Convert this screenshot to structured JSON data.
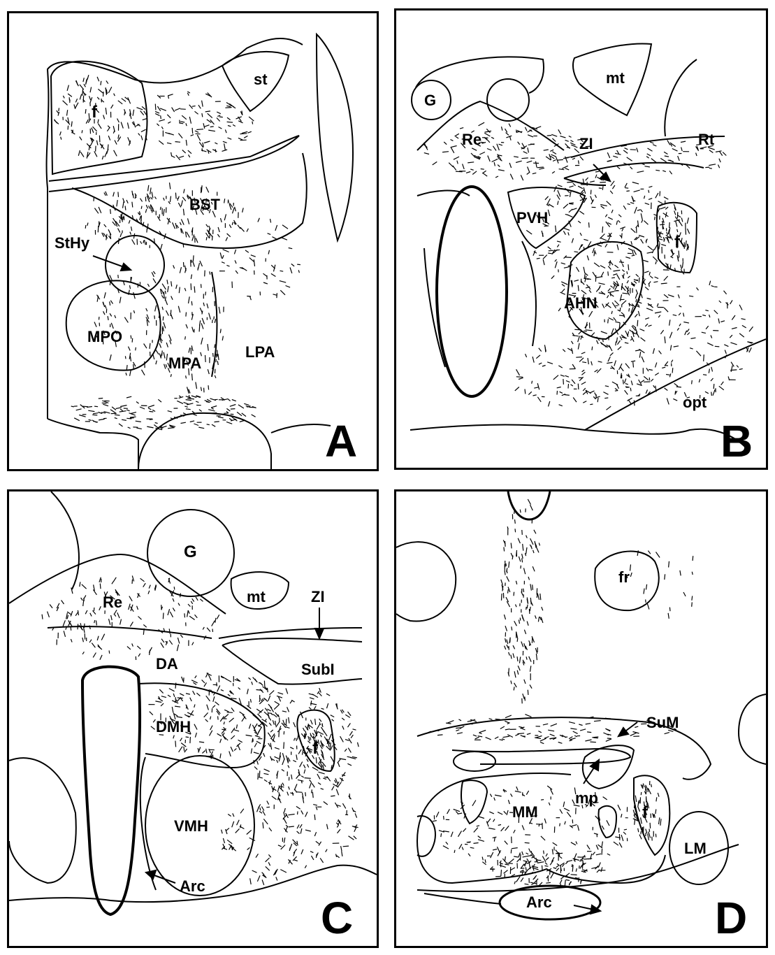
{
  "panels": [
    {
      "id": "A",
      "letter": "A",
      "labels": {
        "st": "st",
        "f": "f",
        "BST": "BST",
        "StHy": "StHy",
        "MPO": "MPO",
        "MPA": "MPA",
        "LPA": "LPA"
      }
    },
    {
      "id": "B",
      "letter": "B",
      "labels": {
        "G": "G",
        "mt": "mt",
        "Re": "Re",
        "ZI": "ZI",
        "Rt": "Rt",
        "PVH": "PVH",
        "f": "f",
        "AHN": "AHN",
        "opt": "opt"
      }
    },
    {
      "id": "C",
      "letter": "C",
      "labels": {
        "G": "G",
        "Re": "Re",
        "mt": "mt",
        "ZI": "ZI",
        "DA": "DA",
        "SubI": "SubI",
        "DMH": "DMH",
        "f": "f",
        "VMH": "VMH",
        "Arc": "Arc"
      }
    },
    {
      "id": "D",
      "letter": "D",
      "labels": {
        "fr": "fr",
        "SuM": "SuM",
        "mp": "mp",
        "MM": "MM",
        "f": "f",
        "LM": "LM",
        "Arc": "Arc"
      }
    }
  ],
  "colors": {
    "ink": "#000000",
    "paper": "#ffffff"
  }
}
